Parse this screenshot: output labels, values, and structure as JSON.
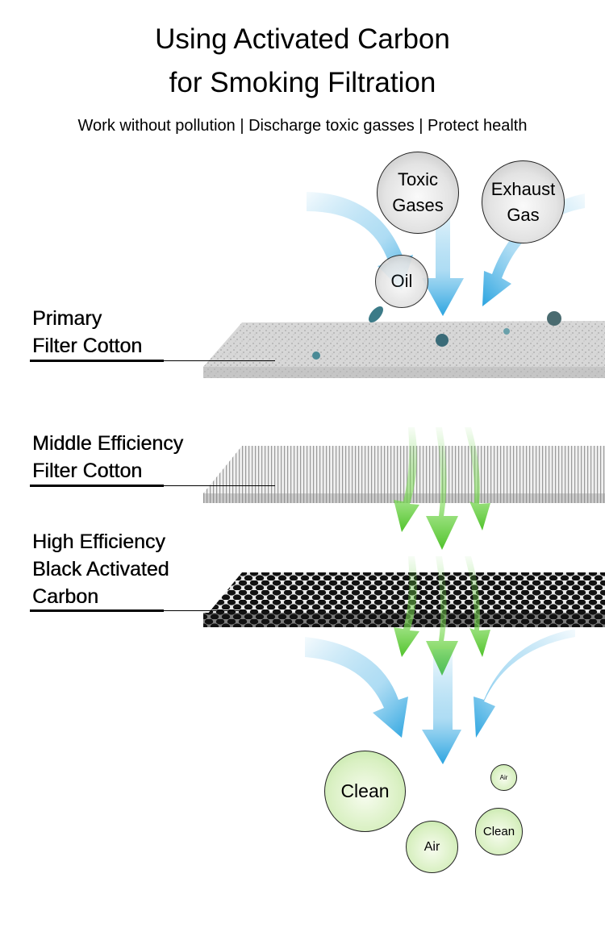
{
  "header": {
    "title_line1": "Using Activated Carbon",
    "title_line2": "for Smoking Filtration",
    "subtitle": "Work without pollution | Discharge toxic gasses | Protect health"
  },
  "pollutants": [
    {
      "label_lines": [
        "Toxic",
        "Gases"
      ]
    },
    {
      "label_lines": [
        "Exhaust",
        "Gas"
      ]
    },
    {
      "label_lines": [
        "Oil"
      ]
    }
  ],
  "layers": [
    {
      "name": "primary",
      "label_lines": [
        "Primary",
        "Filter Cotton"
      ]
    },
    {
      "name": "middle",
      "label_lines": [
        "Middle Efficiency",
        "Filter Cotton"
      ]
    },
    {
      "name": "high",
      "label_lines": [
        "High Efficiency",
        "Black Activated",
        "Carbon"
      ]
    }
  ],
  "output_bubbles": [
    {
      "label": "Clean"
    },
    {
      "label": "Air"
    },
    {
      "label": "Air"
    },
    {
      "label": "Clean"
    }
  ],
  "colors": {
    "blue_arrow": "#2aa4e0",
    "green_arrow": "#5fcf3a",
    "carbon": "#1a1a1a",
    "cotton": "#c8c8c8"
  }
}
